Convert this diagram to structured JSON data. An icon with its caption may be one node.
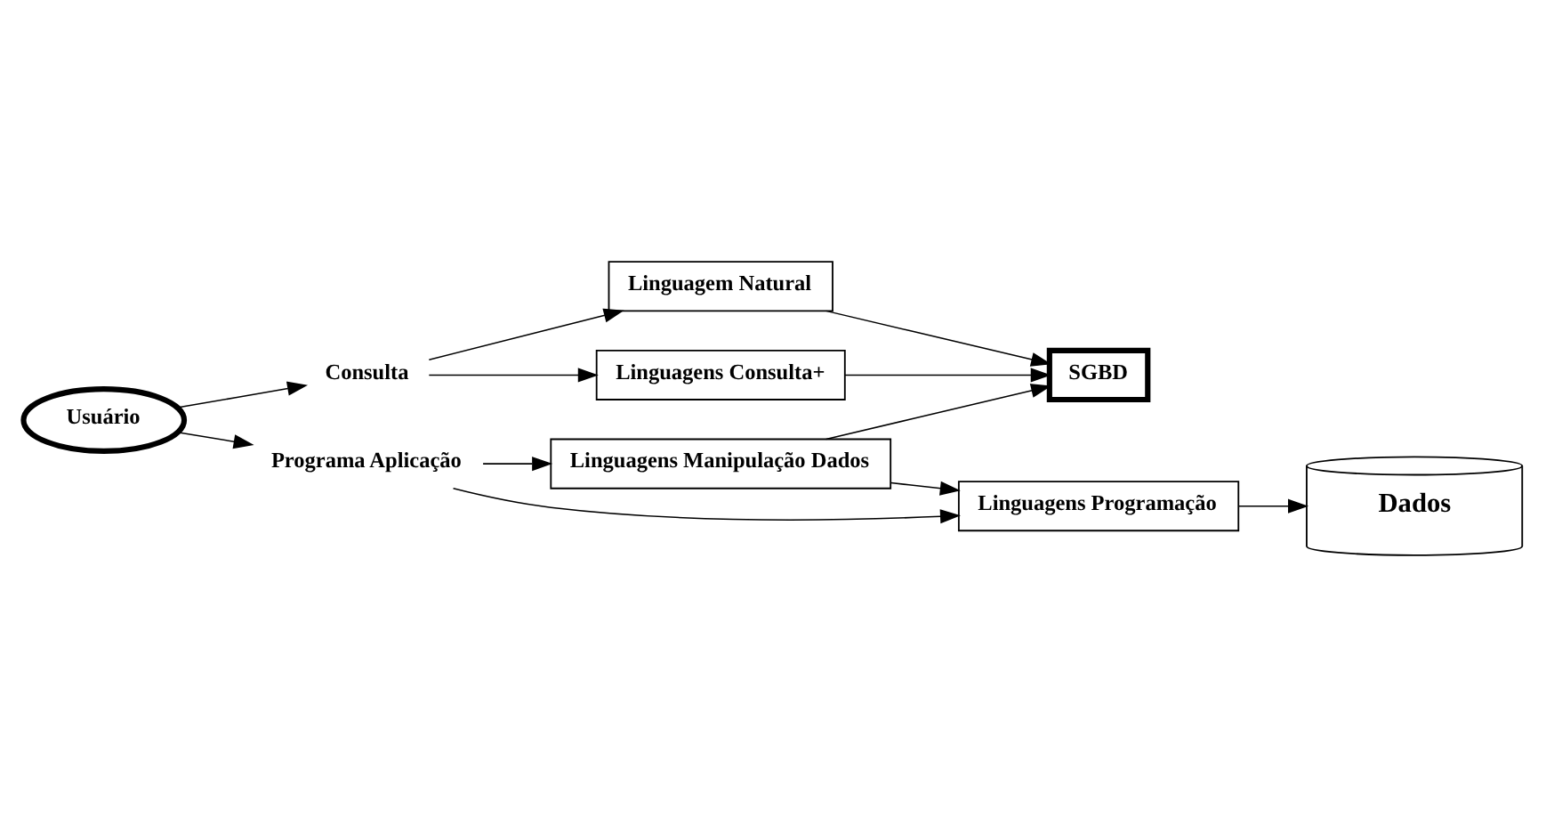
{
  "diagram": {
    "nodes": [
      {
        "text": [
          "Usuário"
        ]
      },
      {
        "text": [
          "Consulta"
        ]
      },
      {
        "text": [
          "Linguagem Natural"
        ]
      },
      {
        "text": [
          "Linguagens Consulta+"
        ]
      },
      {
        "text": [
          "Programa Aplicação"
        ]
      },
      {
        "text": [
          "Linguagens Manipulação Dados"
        ]
      },
      {
        "text": [
          "SGBD"
        ]
      },
      {
        "text": [
          "Linguagens Programação"
        ]
      },
      {
        "text": [
          "Dados"
        ]
      }
    ],
    "edges": [
      {
        "from": 0,
        "to": 1,
        "arrow": "to"
      },
      {
        "from": 0,
        "to": 4,
        "arrow": "to"
      },
      {
        "from": 1,
        "to": 2,
        "arrow": "to"
      },
      {
        "from": 1,
        "to": 3,
        "arrow": "to"
      },
      {
        "from": 2,
        "to": 6,
        "arrow": "to"
      },
      {
        "from": 3,
        "to": 6,
        "arrow": "to"
      },
      {
        "from": 4,
        "to": 5,
        "arrow": "to"
      },
      {
        "from": 4,
        "to": 7,
        "arrow": "to"
      },
      {
        "from": 5,
        "to": 6,
        "arrow": "to"
      },
      {
        "from": 5,
        "to": 7,
        "arrow": "to"
      },
      {
        "from": 7,
        "to": 8,
        "arrow": "to"
      }
    ]
  }
}
